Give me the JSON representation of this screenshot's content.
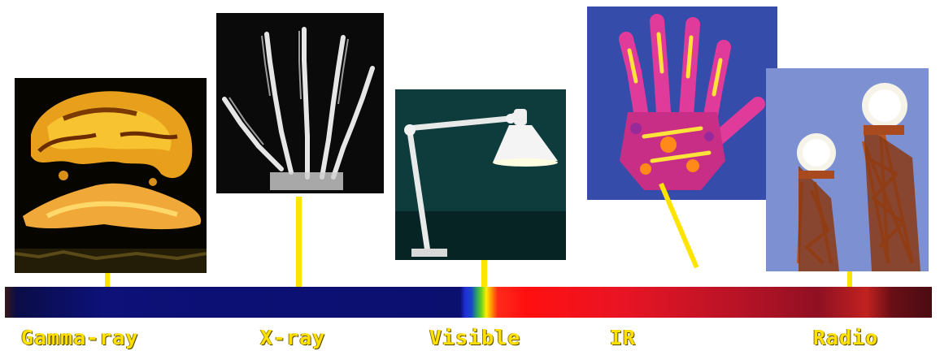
{
  "spectrum": {
    "bands": [
      {
        "id": "gamma",
        "label": "Gamma-ray",
        "image": "gamma-ray-image"
      },
      {
        "id": "xray",
        "label": "X-ray",
        "image": "hand-xray-image"
      },
      {
        "id": "visible",
        "label": "Visible",
        "image": "desk-lamp-image"
      },
      {
        "id": "ir",
        "label": "IR",
        "image": "infrared-hand-image"
      },
      {
        "id": "radio",
        "label": "Radio",
        "image": "radio-tower-image"
      }
    ],
    "colors": {
      "label": "#ffe000",
      "stem": "#ffe400",
      "background": "#ffffff"
    }
  }
}
